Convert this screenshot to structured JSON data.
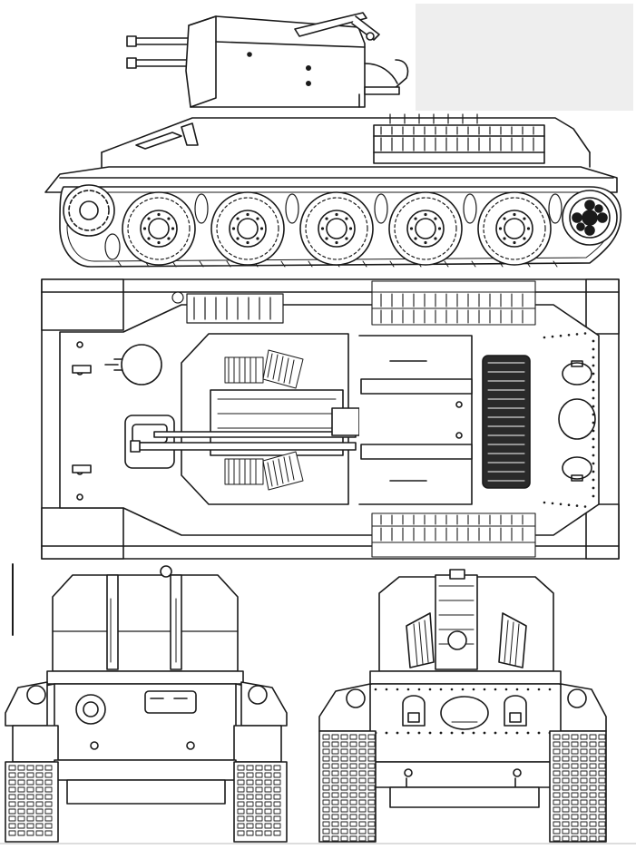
{
  "drawing": {
    "views": [
      {
        "name": "side-view"
      },
      {
        "name": "top-view"
      },
      {
        "name": "front-view"
      },
      {
        "name": "rear-view"
      }
    ],
    "colors": {
      "line": "#1a1a1a",
      "paper": "#ffffff",
      "shade": "#d8d8d8",
      "dark": "#2a2a2a",
      "scan_patch": "#eeeeee"
    },
    "counts": {
      "road_wheels_per_side": 5,
      "gun_barrels": 2
    }
  }
}
